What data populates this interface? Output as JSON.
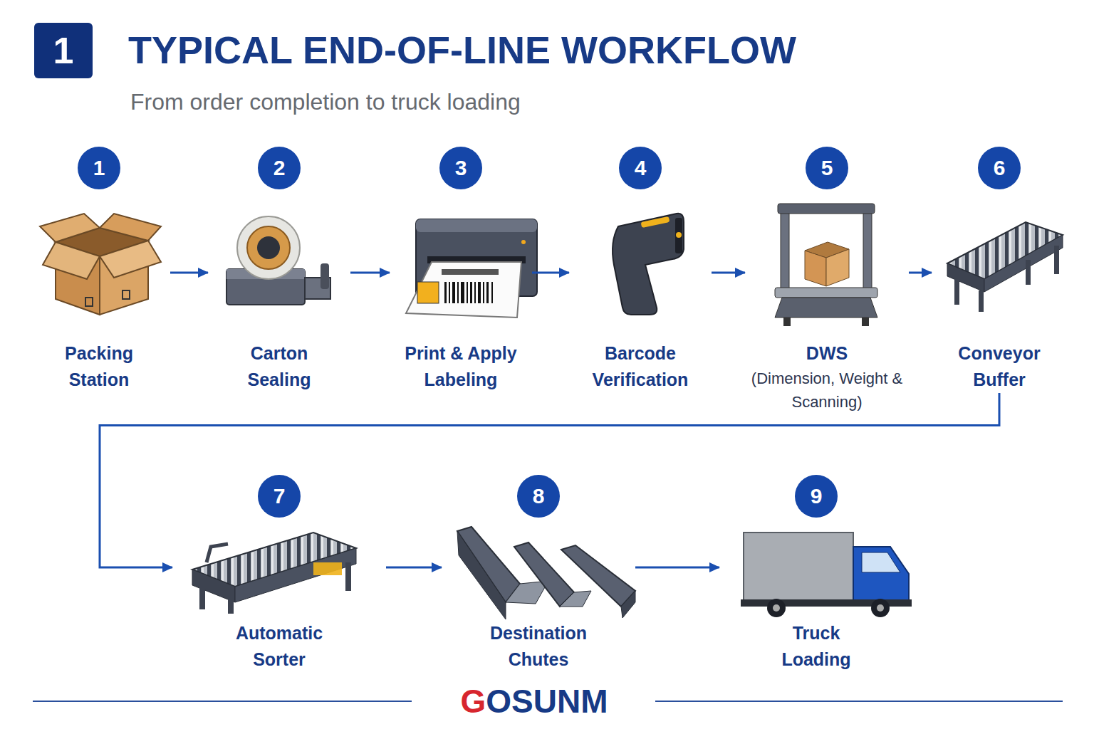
{
  "diagram": {
    "title": "TYPICAL END-OF-LINE WORKFLOW",
    "caption": "From order completion to truck loading",
    "nodes": [
      {
        "text": [
          "1",
          "Packing Station"
        ]
      },
      {
        "text": [
          "2",
          "Carton Sealing"
        ]
      },
      {
        "text": [
          "3",
          "Print & Apply Labeling"
        ]
      },
      {
        "text": [
          "4",
          "Barcode Verification"
        ]
      },
      {
        "text": [
          "5",
          "DWS",
          "(Dimension, Weight & Scanning)"
        ]
      },
      {
        "text": [
          "6",
          "Conveyor Buffer"
        ]
      },
      {
        "text": [
          "7",
          "Automatic Sorter"
        ]
      },
      {
        "text": [
          "8",
          "Destination Chutes"
        ]
      },
      {
        "text": [
          "9",
          "Truck Loading"
        ]
      }
    ],
    "edges": [
      {
        "from": 0,
        "to": 1,
        "arrow": "to"
      },
      {
        "from": 1,
        "to": 2,
        "arrow": "to"
      },
      {
        "from": 2,
        "to": 3,
        "arrow": "to"
      },
      {
        "from": 3,
        "to": 4,
        "arrow": "to"
      },
      {
        "from": 4,
        "to": 5,
        "arrow": "to"
      },
      {
        "from": 5,
        "to": 6,
        "arrow": "to"
      },
      {
        "from": 6,
        "to": 7,
        "arrow": "to"
      },
      {
        "from": 7,
        "to": 8,
        "arrow": "to"
      }
    ],
    "labels": [
      "1",
      "GOSUNM"
    ]
  }
}
